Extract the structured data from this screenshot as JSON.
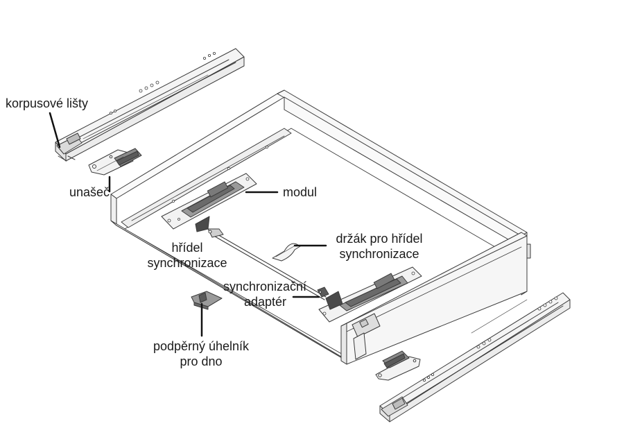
{
  "diagram": {
    "labels": {
      "korpusove_listy": "korpusové lišty",
      "unasec": "unašeč",
      "modul": "modul",
      "hridel_line1": "hřídel",
      "hridel_line2": "synchronizace",
      "drzak_line1": "držák pro hřídel",
      "drzak_line2": "synchronizace",
      "adapter_line1": "synchronizační",
      "adapter_line2": "adaptér",
      "podperny_line1": "podpěrný úhelník",
      "podperny_line2": "pro dno"
    }
  }
}
